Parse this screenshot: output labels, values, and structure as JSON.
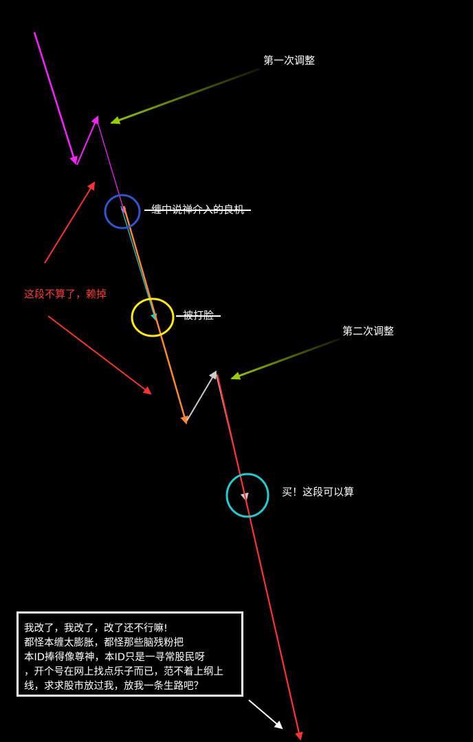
{
  "annotations": {
    "first_adjustment": "第一次调整",
    "second_adjustment": "第二次调整",
    "entry_point_struck": "缠中说禅介入的良机",
    "slapped_struck": "被打脸",
    "disregard_segment": "这段不算了，赖掉",
    "buy_segment": "买！这段可以算"
  },
  "note": {
    "lines": [
      "我改了，我改了，改了还不行嘛!",
      "都怪本缠太膨胀，都怪那些脑残粉把",
      "本ID捧得像尊神，本ID只是一寻常股民呀",
      "，开个号在网上找点乐子而已，范不着上纲上",
      "线，求求股市放过我，放我一条生路吧？"
    ]
  },
  "colors": {
    "background": "#000000",
    "magenta": "#ff22ff",
    "lime": "#99cc00",
    "red": "#ff3333",
    "orange": "#ff8833",
    "teal": "#22cccc",
    "grey": "#cccccc",
    "blue_circle": "#3355cc",
    "yellow_circle": "#ffee00",
    "cyan_circle": "#22cccc",
    "text": "#ffffff"
  },
  "icons": {
    "strikethrough": "strikethrough-line",
    "arrows": "arrow-icon",
    "circles": "highlight-circle"
  }
}
